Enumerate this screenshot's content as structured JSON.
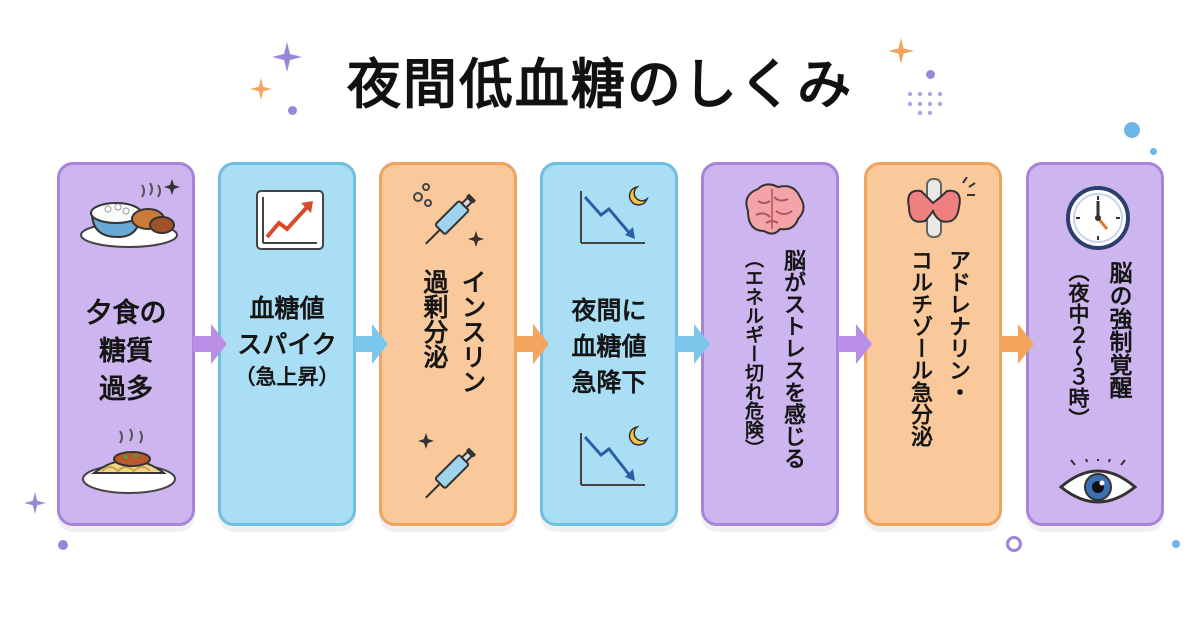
{
  "title": "夜間低血糖のしくみ",
  "colors": {
    "purple": "#cdb5ef",
    "blue": "#a9def4",
    "orange": "#f9c99b",
    "arrow_purple": "#b88ee6",
    "arrow_blue": "#7cc8ec",
    "arrow_orange": "#f3a55e"
  },
  "steps": [
    {
      "color": "purple",
      "lines": [
        "夕食の",
        "糖質",
        "過多"
      ],
      "icons": [
        "rice-meal-icon",
        "spaghetti-icon"
      ]
    },
    {
      "color": "blue",
      "lines": [
        "血糖値",
        "スパイク",
        "（急上昇）"
      ],
      "icons": [
        "rising-chart-icon"
      ]
    },
    {
      "color": "orange",
      "lines": [
        "インスリン",
        "過剰分泌"
      ],
      "icons": [
        "syringe-icon",
        "syringe-icon"
      ]
    },
    {
      "color": "blue",
      "lines": [
        "夜間に",
        "血糖値",
        "急降下"
      ],
      "icons": [
        "falling-chart-moon-icon",
        "falling-chart-moon-icon"
      ]
    },
    {
      "color": "purple",
      "lines": [
        "脳がストレスを感じる",
        "（エネルギー切れ危険）"
      ],
      "icons": [
        "brain-icon"
      ]
    },
    {
      "color": "orange",
      "lines": [
        "アドレナリン・",
        "コルチゾール急分泌"
      ],
      "icons": [
        "adrenal-gland-icon"
      ]
    },
    {
      "color": "purple",
      "lines": [
        "脳の強制覚醒",
        "（夜中２～３時）"
      ],
      "icons": [
        "clock-icon",
        "eye-icon"
      ]
    }
  ]
}
